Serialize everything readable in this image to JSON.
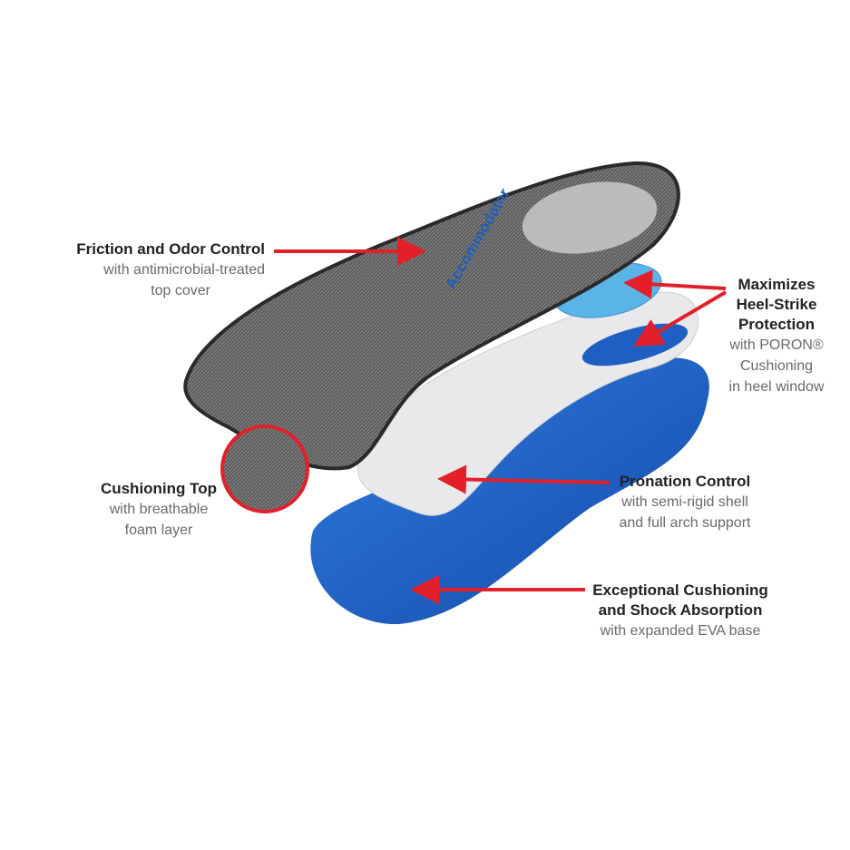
{
  "colors": {
    "arrow": "#e3202a",
    "top_cover": "#5a5a5a",
    "shell": "#e8e8ea",
    "base": "#1f5fc4",
    "poron": "#5ab4e8",
    "callout_ring": "#e3202a"
  },
  "logo": {
    "brand": "Accommodator"
  },
  "callouts": [
    {
      "title": "Friction and Odor Control",
      "lines": [
        "with antimicrobial-treated",
        "top cover"
      ]
    },
    {
      "title": "Maximizes",
      "title2": "Heel-Strike",
      "title3": "Protection",
      "lines": [
        "with PORON®",
        "Cushioning",
        "in heel window"
      ]
    },
    {
      "title": "Cushioning Top",
      "lines": [
        "with breathable",
        "foam layer"
      ]
    },
    {
      "title": "Pronation Control",
      "lines": [
        "with semi-rigid shell",
        "and full arch support"
      ]
    },
    {
      "title": "Exceptional Cushioning",
      "title2": "and Shock Absorption",
      "lines": [
        "with expanded EVA base"
      ]
    }
  ]
}
